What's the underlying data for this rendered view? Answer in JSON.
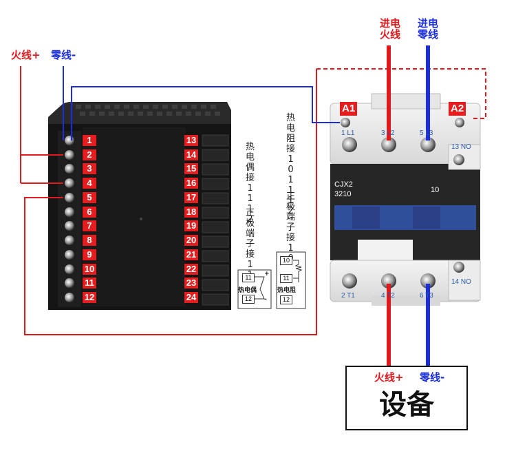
{
  "diagram": {
    "top_left_live_label": "火线+",
    "top_left_neutral_label": "零线-",
    "top_right_live_label": "进电\n火线",
    "top_right_neutral_label": "进电\n零线",
    "controller_terminals_left": [
      "1",
      "2",
      "3",
      "4",
      "5",
      "6",
      "7",
      "8",
      "9",
      "10",
      "11",
      "12"
    ],
    "controller_terminals_right": [
      "13",
      "14",
      "15",
      "16",
      "17",
      "18",
      "19",
      "20",
      "21",
      "22",
      "23",
      "24"
    ],
    "thermocouple_note": "热电偶接11 12",
    "positive_note_1": "正极端子接11",
    "rtd_note": "热电阻接10 11 12",
    "positive_note_2": "正极端子接10",
    "thermocouple_box": {
      "pin_top": "11",
      "pin_bottom": "12",
      "label": "热电偶",
      "plus": "+",
      "minus": "-"
    },
    "rtd_box": {
      "pin_top": "10",
      "pin_mid": "11",
      "pin_bottom": "12",
      "label": "热电阻"
    },
    "contactor": {
      "coil_a1": "A1",
      "coil_a2": "A2",
      "model_line1": "CJX2",
      "model_line2": "3210",
      "rating": "10",
      "top_terminals": [
        "1 L1",
        "3 L2",
        "5 L3",
        "13 NO"
      ],
      "bottom_terminals": [
        "2 T1",
        "4 T2",
        "6 T3",
        "14 NO"
      ]
    },
    "device_box": {
      "live_label": "火线+",
      "neutral_label": "零线-",
      "title": "设备"
    },
    "colors": {
      "live": "#e0191c",
      "neutral": "#1a2ee0",
      "badge": "#e41e1e"
    }
  }
}
